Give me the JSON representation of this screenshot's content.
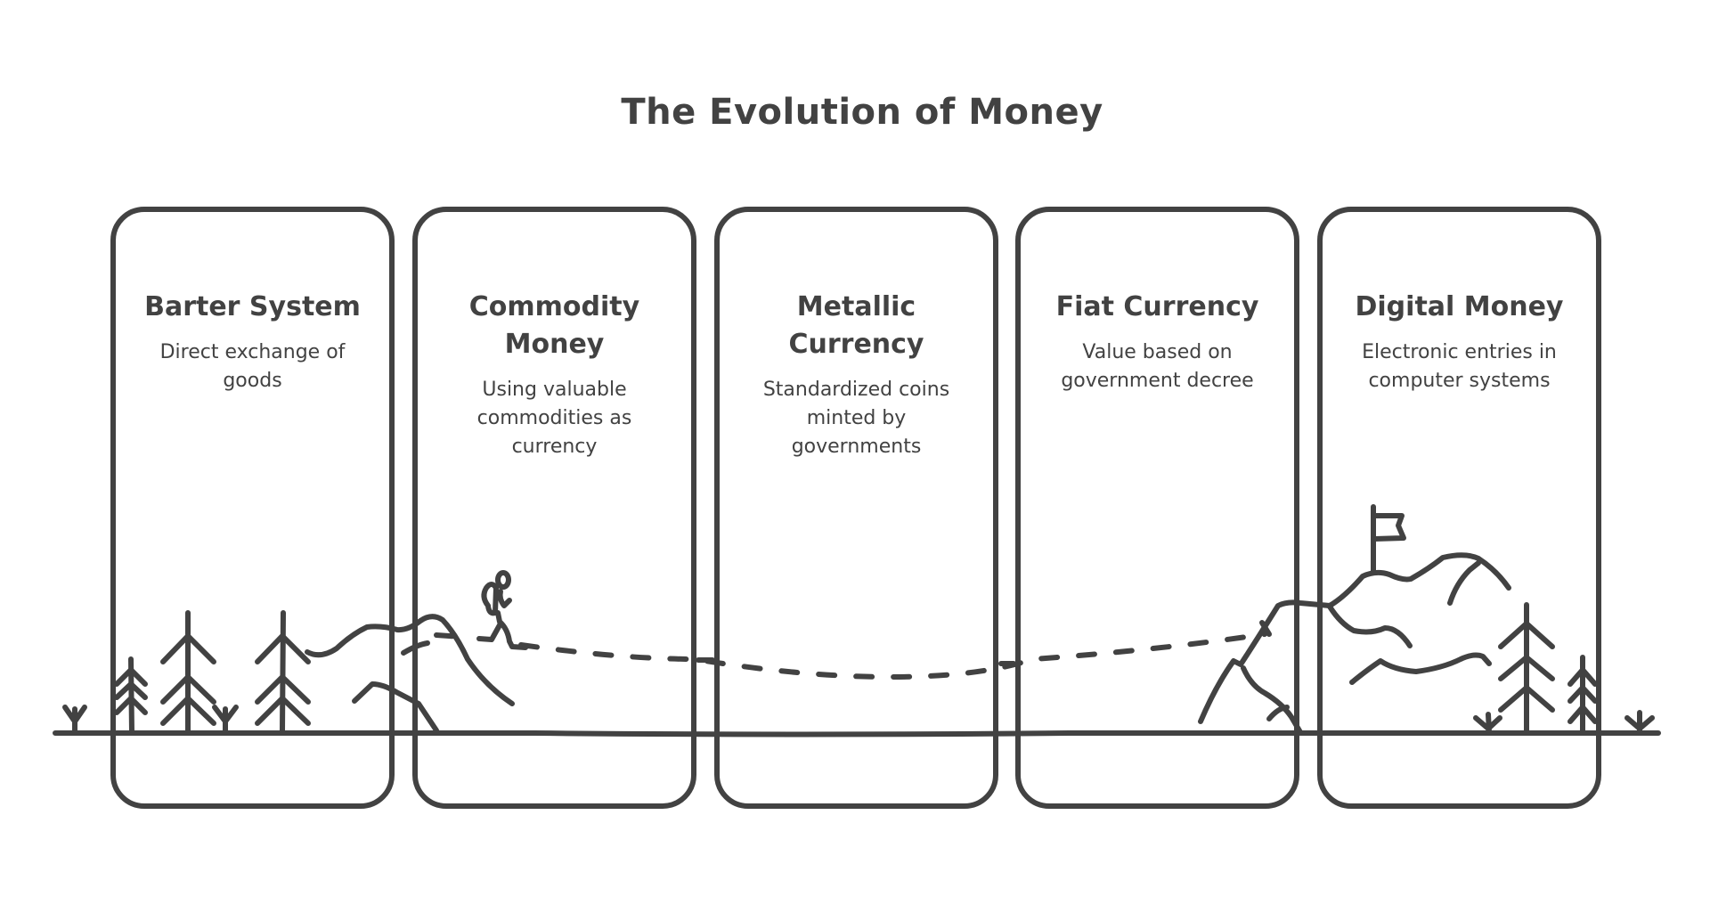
{
  "diagram": {
    "title": "The Evolution of Money",
    "stroke_color": "#424242",
    "background_color": "#ffffff",
    "stages": [
      {
        "title": "Barter System",
        "description": "Direct exchange of goods"
      },
      {
        "title": "Commodity Money",
        "description": "Using valuable commodities as currency"
      },
      {
        "title": "Metallic Currency",
        "description": "Standardized coins minted by governments"
      },
      {
        "title": "Fiat Currency",
        "description": "Value based on government decree"
      },
      {
        "title": "Digital Money",
        "description": "Electronic entries in computer systems"
      }
    ],
    "scenery": {
      "left": [
        "small-tree",
        "pine-tree",
        "pine-tree",
        "grass-tuft",
        "hills",
        "hiker"
      ],
      "path": "dashed-trail",
      "right": [
        "mountain",
        "summit-flag",
        "pine-tree",
        "small-tree",
        "grass-tuft"
      ]
    }
  }
}
